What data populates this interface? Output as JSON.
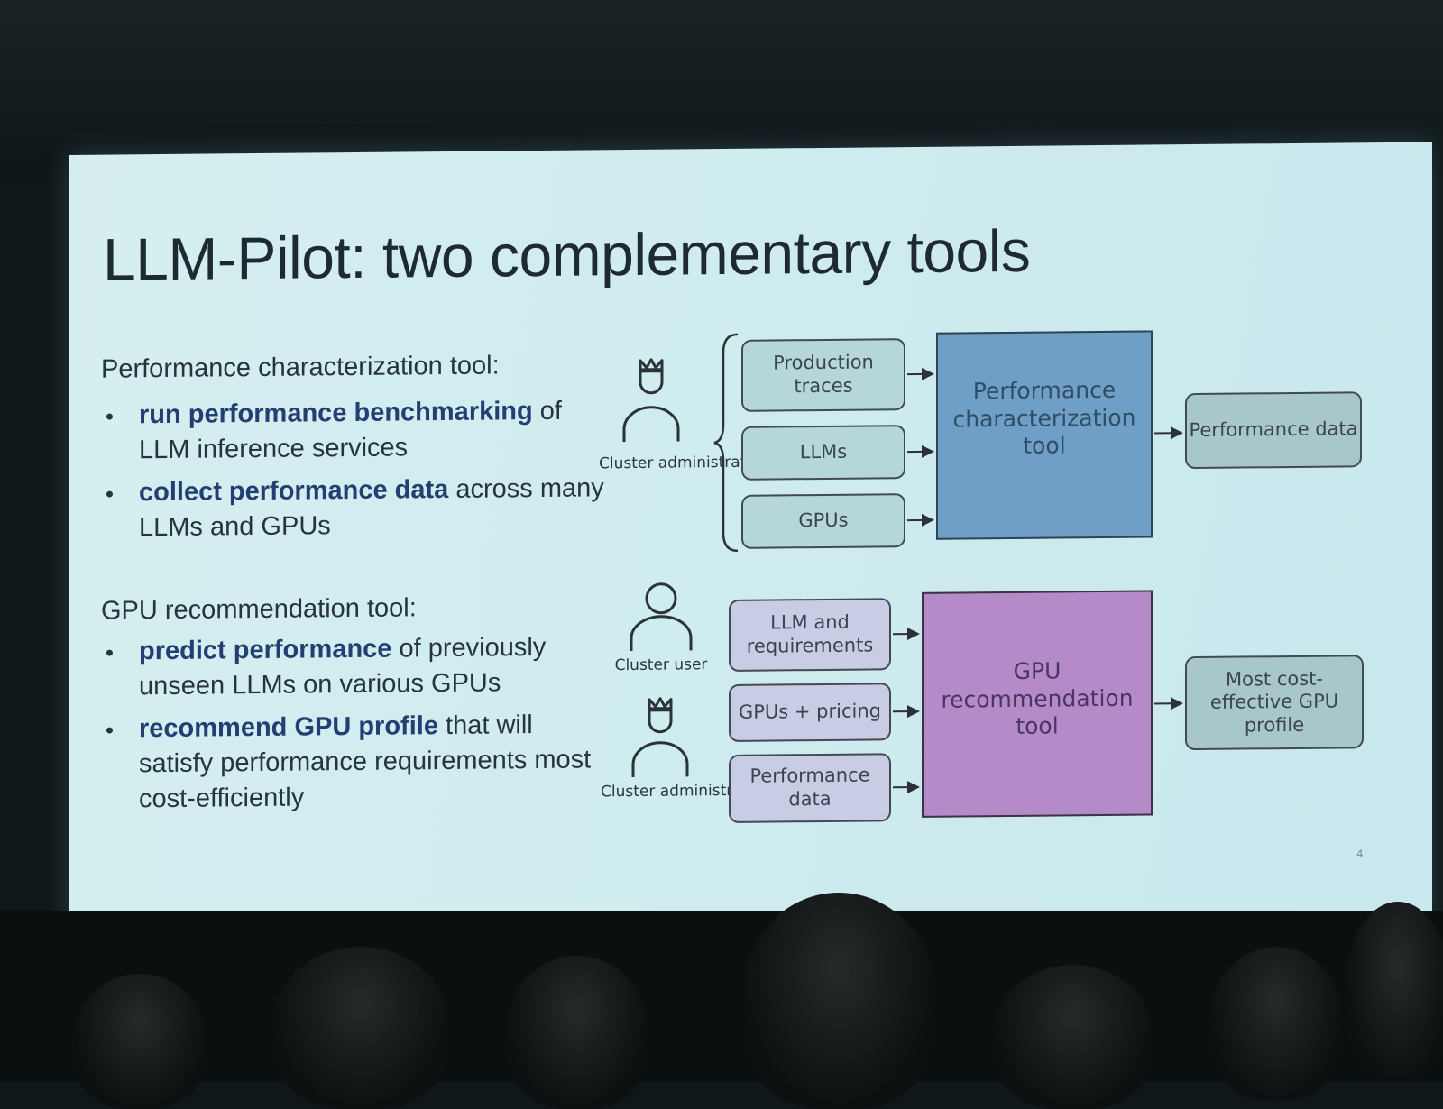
{
  "slide": {
    "title": "LLM-Pilot: two complementary tools",
    "page_number": "4",
    "perf_section": {
      "heading": "Performance characterization tool:",
      "bullets": [
        {
          "bold": "run performance benchmarking",
          "rest": " of LLM inference services"
        },
        {
          "bold": "collect performance data",
          "rest": " across many LLMs and GPUs"
        }
      ]
    },
    "gpu_section": {
      "heading": "GPU recommendation tool:",
      "bullets": [
        {
          "bold": "predict performance",
          "rest": " of previously unseen LLMs on various GPUs"
        },
        {
          "bold": "recommend GPU profile",
          "rest": " that will satisfy performance requirements most cost-efficiently"
        }
      ]
    }
  },
  "diagram": {
    "top": {
      "actor": "Cluster administrator",
      "inputs": [
        "Production traces",
        "LLMs",
        "GPUs"
      ],
      "tool": "Performance characterization tool",
      "output": "Performance data"
    },
    "bottom": {
      "actor_user": "Cluster user",
      "actor_admin": "Cluster administrator",
      "inputs": [
        "LLM and requirements",
        "GPUs + pricing",
        "Performance data"
      ],
      "tool": "GPU recommendation tool",
      "output": "Most cost-effective GPU profile"
    },
    "colors": {
      "top_tool": "#6f9fc6",
      "bottom_tool": "#b48bc8",
      "top_inputs": "#b6d7da",
      "bottom_inputs": "#c8cce4",
      "slide_background": "#d2edf0"
    },
    "icons": [
      "crown-person-icon",
      "person-icon",
      "brace-icon",
      "arrow-icon"
    ]
  }
}
